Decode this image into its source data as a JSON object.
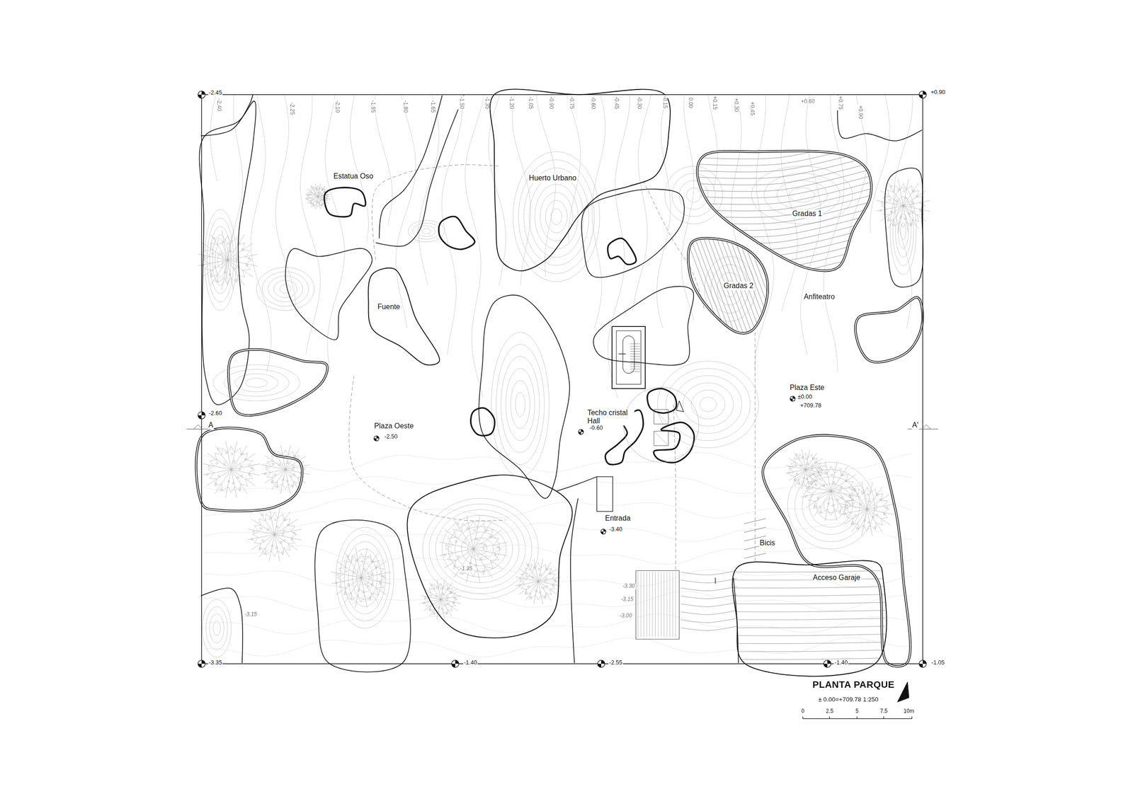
{
  "diagram": {
    "title": "PLANTA PARQUE",
    "caption": "± 0.00=+709.78 1:250",
    "nodes": [
      {
        "text": [
          "Huerto Urbano"
        ]
      },
      {
        "text": [
          "Gradas 1"
        ]
      },
      {
        "text": [
          "Gradas 2"
        ]
      },
      {
        "text": [
          "Fuente"
        ]
      },
      {
        "text": [
          "Acceso Garaje"
        ]
      }
    ],
    "labels": [
      "-2.45",
      "+0.90",
      "-2.60",
      "A",
      "A'",
      "-3.35",
      "-1.40",
      "-2.55",
      "-1.40",
      "-1.05",
      "-2.40",
      "-2.25",
      "-2.10",
      "-1.95",
      "-1.80",
      "-1.65",
      "-1.50",
      "-1.35",
      "-1.20",
      "-1.05",
      "-0.90",
      "-0.75",
      "-0.60",
      "-0.45",
      "-0.30",
      "-0.15",
      "0.00",
      "+0.15",
      "+0.30",
      "+0.45",
      "+0.60",
      "+0.75",
      "+0.90",
      "Estatua Oso",
      "Anfiteatro",
      "Techo cristal Hall",
      "-0.60",
      "Plaza Oeste",
      "-2.50",
      "Plaza Este",
      "±0.00",
      "+709.78",
      "Entrada",
      "-3.40",
      "Bicis",
      "-3.15",
      "-1.35",
      "-3.30",
      "-3.15",
      "-3.00",
      "0",
      "2.5",
      "5",
      "7.5",
      "10m"
    ]
  }
}
